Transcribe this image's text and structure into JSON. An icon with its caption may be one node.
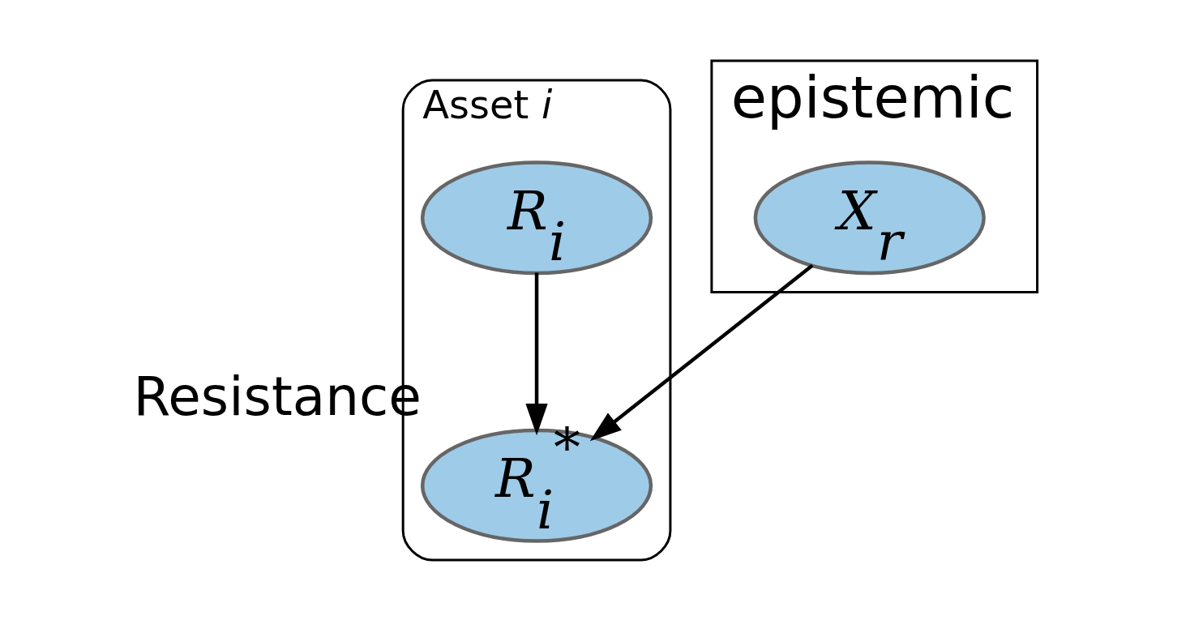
{
  "diagram": {
    "nodes": [
      {
        "text": [
          "Asset *i*"
        ]
      },
      {
        "text": [
          "epistemic"
        ]
      },
      {
        "text": [
          "R$_{i}$"
        ],
        "in": 0
      },
      {
        "text": [
          "X$_{r}$"
        ],
        "in": 1
      },
      {
        "text": [
          "R$_{i}$$^{*}$"
        ],
        "in": 0,
        "beside": [
          "Resistance"
        ]
      }
    ],
    "edges": [
      {
        "from": 2,
        "to": 4,
        "arrow": "to"
      },
      {
        "from": 3,
        "to": 4,
        "arrow": "to"
      }
    ]
  }
}
